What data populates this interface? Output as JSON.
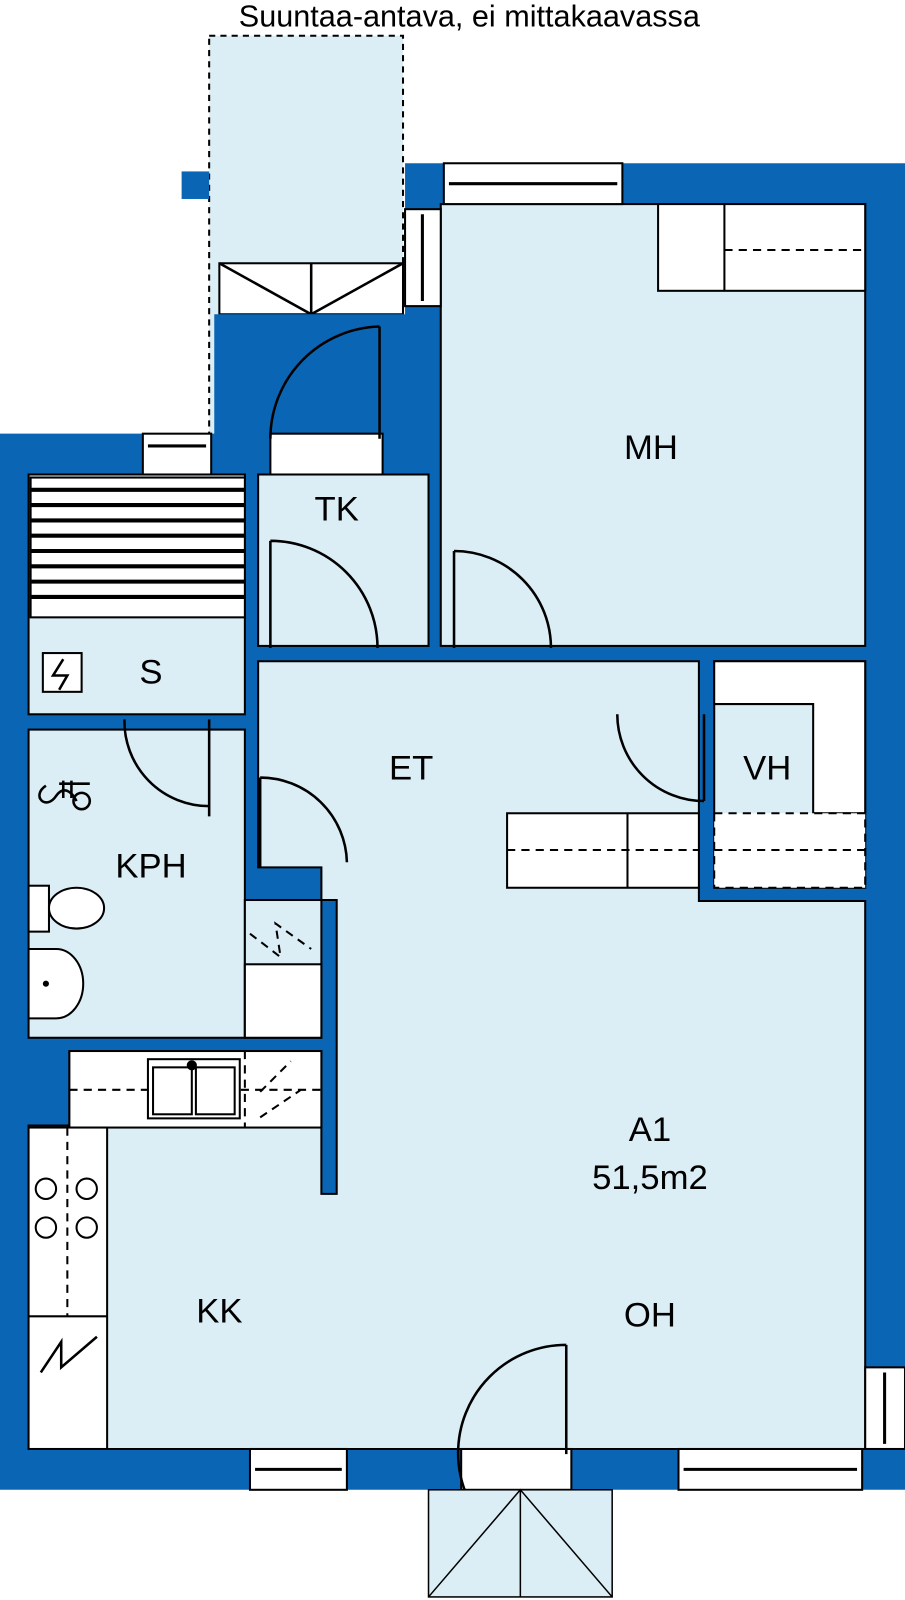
{
  "title": "Suuntaa-antava, ei mittakaavassa",
  "colors": {
    "wall": "#0a66b4",
    "floor": "#dbeef5",
    "fixture": "#ffffff"
  },
  "rooms": {
    "mh": "MH",
    "tk": "TK",
    "s": "S",
    "kph": "KPH",
    "et": "ET",
    "vh": "VH",
    "apartment": "A1",
    "area": "51,5m2",
    "kk": "KK",
    "oh": "OH"
  }
}
